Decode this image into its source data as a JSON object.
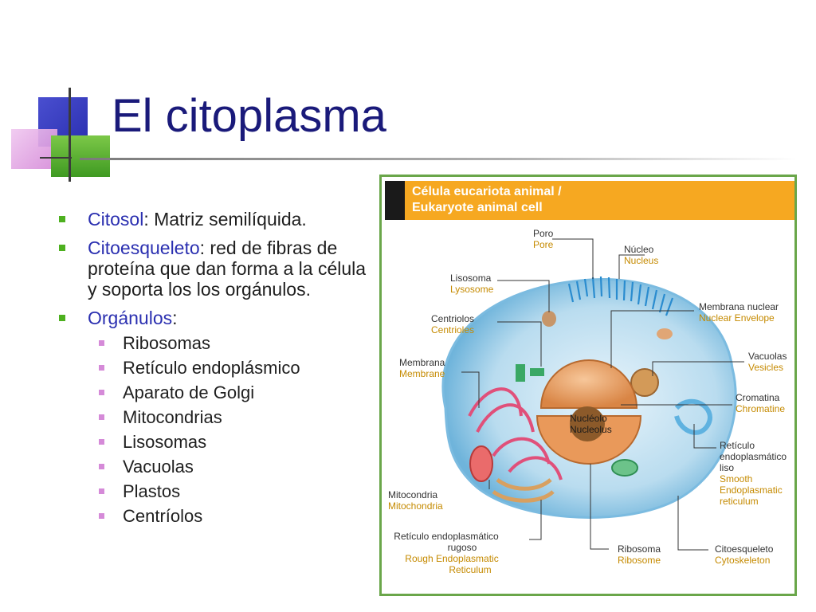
{
  "slide": {
    "title": "El citoplasma",
    "bullets": [
      {
        "term": "Citosol",
        "text": ": Matriz semilíquida."
      },
      {
        "term": "Citoesqueleto",
        "text": ": red de fibras de proteína que dan forma a la célula y soporta los  los orgánulos."
      },
      {
        "term": "Orgánulos",
        "text": ":"
      }
    ],
    "sub_bullets": [
      "Ribosomas",
      "Retículo endoplásmico",
      "Aparato de Golgi",
      "Mitocondrias",
      "Lisosomas",
      "Vacuolas",
      "Plastos",
      "Centríolos"
    ]
  },
  "figure": {
    "title_es": "Célula eucariota animal /",
    "title_en": "Eukaryote animal cell",
    "labels": {
      "poro": {
        "es": "Poro",
        "en": "Pore"
      },
      "nucleo": {
        "es": "Núcleo",
        "en": "Nucleus"
      },
      "lisosoma": {
        "es": "Lisosoma",
        "en": "Lysosome"
      },
      "membrana_nuclear": {
        "es": "Membrana nuclear",
        "en": "Nuclear Envelope"
      },
      "centriolos": {
        "es": "Centriolos",
        "en": "Centrioles"
      },
      "vacuolas": {
        "es": "Vacuolas",
        "en": "Vesicles"
      },
      "membrana": {
        "es": "Membrana",
        "en": "Membrane"
      },
      "cromatina": {
        "es": "Cromatina",
        "en": "Chromatine"
      },
      "nucleolo": {
        "es": "Nucléolo",
        "en": "Nucleolus"
      },
      "rel": {
        "es1": "Retículo",
        "es2": "endoplasmático",
        "es3": "liso",
        "en1": "Smooth",
        "en2": "Endoplasmatic",
        "en3": "reticulum"
      },
      "mitocondria": {
        "es": "Mitocondria",
        "en": "Mitochondria"
      },
      "rer": {
        "es1": "Retículo endoplasmático",
        "es2": "rugoso",
        "en1": "Rough Endoplasmatic",
        "en2": "Reticulum"
      },
      "ribosoma": {
        "es": "Ribosoma",
        "en": "Ribosome"
      },
      "citoesqueleto": {
        "es": "Citoesqueleto",
        "en": "Cytoskeleton"
      }
    },
    "colors": {
      "border": "#6aa64a",
      "header": "#f6a821",
      "label_en": "#c58a00"
    }
  }
}
